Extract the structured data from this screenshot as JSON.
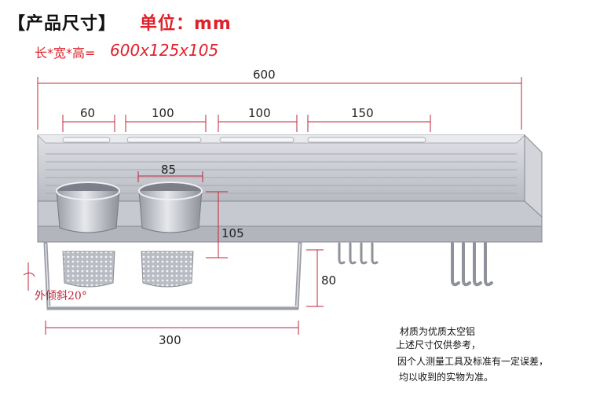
{
  "header": {
    "title": "【产品尺寸】",
    "unit_label": "单位：mm"
  },
  "dimensions_line": {
    "label": "长*宽*高=",
    "value": "600x125x105"
  },
  "measurements": {
    "total_length": "600",
    "slot_1": "60",
    "slot_2": "100",
    "slot_3": "100",
    "slot_4": "150",
    "cup_diameter": "85",
    "height": "105",
    "rail_drop": "80",
    "rail_length": "300",
    "tilt": "外倾斜20°"
  },
  "notes": [
    "材质为优质太空铝",
    "上述尺寸仅供参考，",
    "因个人测量工具及标准有一定误差，",
    "均以收到的实物为准。"
  ],
  "colors": {
    "accent": "#e0202b",
    "aluminum": "#c4c6cc",
    "dimension_line": "#c0243a"
  }
}
